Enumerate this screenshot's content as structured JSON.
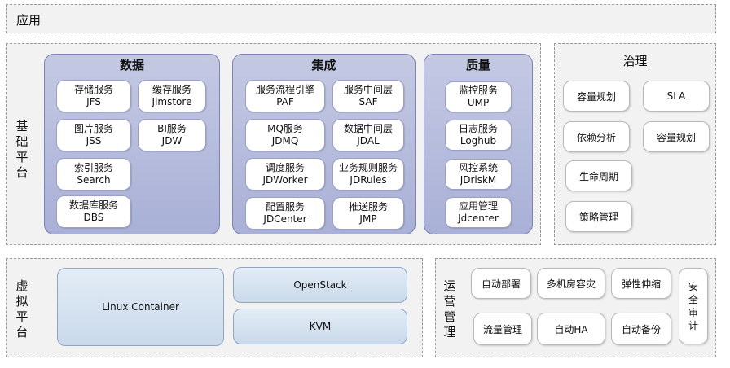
{
  "app_layer": {
    "label": "应用"
  },
  "base": {
    "label": "基础平台",
    "data_group": {
      "title": "数据",
      "items": [
        {
          "name": "存储服务",
          "code": "JFS"
        },
        {
          "name": "缓存服务",
          "code": "Jimstore"
        },
        {
          "name": "图片服务",
          "code": "JSS"
        },
        {
          "name": "BI服务",
          "code": "JDW"
        },
        {
          "name": "索引服务",
          "code": "Search"
        },
        {
          "name": "数据库服务",
          "code": "DBS"
        }
      ]
    },
    "integration_group": {
      "title": "集成",
      "items": [
        {
          "name": "服务流程引擎",
          "code": "PAF"
        },
        {
          "name": "服务中间层",
          "code": "SAF"
        },
        {
          "name": "MQ服务",
          "code": "JDMQ"
        },
        {
          "name": "数据中间层",
          "code": "JDAL"
        },
        {
          "name": "调度服务",
          "code": "JDWorker"
        },
        {
          "name": "业务规则服务",
          "code": "JDRules"
        },
        {
          "name": "配置服务",
          "code": "JDCenter"
        },
        {
          "name": "推送服务",
          "code": "JMP"
        }
      ]
    },
    "quality_group": {
      "title": "质量",
      "items": [
        {
          "name": "监控服务",
          "code": "UMP"
        },
        {
          "name": "日志服务",
          "code": "Loghub"
        },
        {
          "name": "风控系统",
          "code": "JDriskM"
        },
        {
          "name": "应用管理",
          "code": "Jdcenter"
        }
      ]
    }
  },
  "governance": {
    "title": "治理",
    "items": [
      "容量规划",
      "SLA",
      "依赖分析",
      "容量规划",
      "生命周期",
      "策略管理"
    ]
  },
  "virtual": {
    "label": "虚拟平台",
    "linux_container": "Linux Container",
    "openstack": "OpenStack",
    "kvm": "KVM"
  },
  "ops": {
    "label": "运营管理",
    "items": [
      "自动部署",
      "多机房容灾",
      "弹性伸缩",
      "流量管理",
      "自动HA",
      "自动备份"
    ],
    "security": "安全审计"
  }
}
